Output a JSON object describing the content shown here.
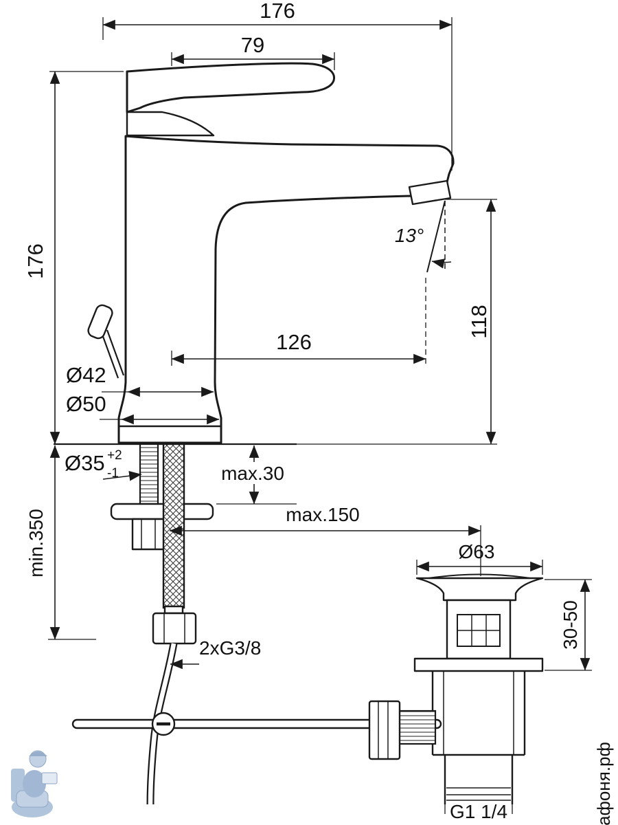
{
  "drawing": {
    "dims": {
      "overall_length": "176",
      "lever_length": "79",
      "body_height": "176",
      "spout_angle": "13°",
      "outlet_height": "118",
      "outlet_reach": "126",
      "body_dia": "Ø42",
      "base_dia": "Ø50",
      "hole_dia": "Ø35",
      "hole_tol_plus": "+2",
      "hole_tol_minus": "-1",
      "deck_thickness": "max.30",
      "clearance_below": "min.350",
      "rod_reach": "max.150",
      "waste_dia": "Ø63",
      "waste_adjust": "30-50",
      "supply_thread": "2xG3/8",
      "waste_thread": "G1 1/4"
    },
    "watermark": "афоня.рф"
  },
  "colors": {
    "line": "#1a1a1a",
    "watermark_text": "#9fb2ca",
    "watermark_logo": "#8ba6c9"
  }
}
